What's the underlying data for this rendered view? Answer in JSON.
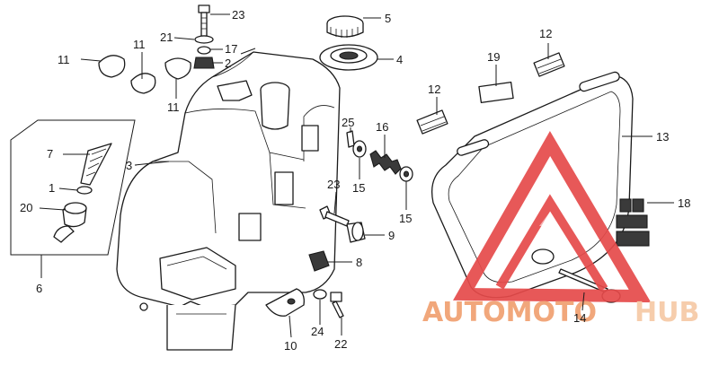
{
  "callouts": [
    {
      "id": "c1",
      "text": "1"
    },
    {
      "id": "c2",
      "text": "2"
    },
    {
      "id": "c3",
      "text": "3"
    },
    {
      "id": "c4",
      "text": "4"
    },
    {
      "id": "c5",
      "text": "5"
    },
    {
      "id": "c6",
      "text": "6"
    },
    {
      "id": "c7",
      "text": "7"
    },
    {
      "id": "c8",
      "text": "8"
    },
    {
      "id": "c9",
      "text": "9"
    },
    {
      "id": "c10",
      "text": "10"
    },
    {
      "id": "c11a",
      "text": "11"
    },
    {
      "id": "c11b",
      "text": "11"
    },
    {
      "id": "c11c",
      "text": "11"
    },
    {
      "id": "c12a",
      "text": "12"
    },
    {
      "id": "c12b",
      "text": "12"
    },
    {
      "id": "c13",
      "text": "13"
    },
    {
      "id": "c14",
      "text": "14"
    },
    {
      "id": "c15a",
      "text": "15"
    },
    {
      "id": "c15b",
      "text": "15"
    },
    {
      "id": "c16",
      "text": "16"
    },
    {
      "id": "c17",
      "text": "17"
    },
    {
      "id": "c18",
      "text": "18"
    },
    {
      "id": "c19",
      "text": "19"
    },
    {
      "id": "c20",
      "text": "20"
    },
    {
      "id": "c21",
      "text": "21"
    },
    {
      "id": "c22",
      "text": "22"
    },
    {
      "id": "c23a",
      "text": "23"
    },
    {
      "id": "c23b",
      "text": "23"
    },
    {
      "id": "c24",
      "text": "24"
    },
    {
      "id": "c25",
      "text": "25"
    }
  ],
  "watermark": {
    "text_part1": "AUTOMOTO",
    "text_part2": "HUB",
    "color_primary": "#f0a070",
    "color_secondary": "#f6c9a6",
    "logo_color": "#e64a4a"
  }
}
